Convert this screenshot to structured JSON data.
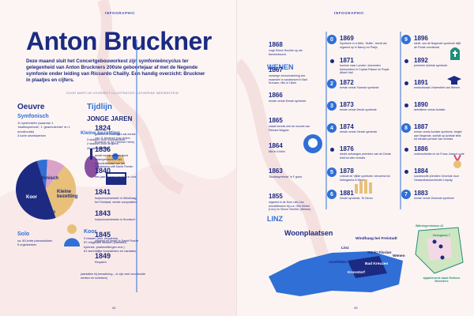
{
  "header": {
    "tag_left": "INFOGRAPHIC",
    "tag_right": "INFOGRAPHIC",
    "title": "Anton Bruckner",
    "intro": "Deze maand sluit het Concertgebouworkest zijn symfonieëncyclus ter gelegenheid van Anton Bruckners 200ste geboortejaar af met de Negende symfonie onder leiding van Riccardo Chailly. Een handig overzicht: Bruckner in plaatjes en cijfers.",
    "credits": "DOOR MARTIJN VOORVELT  ILLUSTRATIES CATHERINE MEEWESTEIN"
  },
  "oeuvre": {
    "heading": "Oeuvre",
    "symfonisch_heading": "Symfonisch",
    "symfonisch_text": "11 symfonieën (waarvan 1 'studiesymfonie', 1 'geannuleerde' en 1 onvoltooide)\n3 korte orkestwerken",
    "kleine_heading": "Kleine bezetting",
    "kleine_text": "3 stukken voor kopermuziek\n2 stukken voor strijkers\n20 pianostukken",
    "solo_heading": "Solo",
    "solo_text": "ca. 80 korte pianostukken\n5 orgelwerken",
    "koor_heading": "Koor",
    "koor_text": "9 missen (incl. requiems)\n57 religieuze stukken (cantates, hymnes, psalmzettingen enz.)\n61 wereldlijke koorwerken en cantates",
    "footnote": "(aantallen bij benadering – er zijn veel onvoltooide werken en schetsen)",
    "pie_labels": {
      "symfonisch": "Symfonisch",
      "koor": "Koor",
      "solo": "Solo",
      "kleine": "Kleine bezetting"
    }
  },
  "chart_data": {
    "type": "pie",
    "categories": [
      "Symfonisch",
      "Kleine bezetting",
      "Solo",
      "Koor"
    ],
    "values": [
      14,
      25,
      85,
      127
    ],
    "colors": [
      "#2f6fd6",
      "#d9a3c8",
      "#e8c07a",
      "#1c2a82"
    ]
  },
  "timeline": {
    "heading": "Tijdlijn",
    "section1": "JONGE JAREN",
    "section2": "WENEN",
    "section3": "LINZ",
    "left_entries": [
      {
        "year": "1824",
        "text": "geboren in Ansfelden als eerste van 11 kinderen (van Anton Bruckner sr. en Therese Helm)"
      },
      {
        "year": "1836",
        "text": "wordt na zijn vaders dood ondergebracht in het schoolinternaat van het Chorherren-stift Sankt Florian"
      },
      {
        "year": "1840",
        "text": "een jaar lerarenopleiding in Linz"
      },
      {
        "year": "1841",
        "text": "hulpschoolmeester in Windhaag bei Freistadt, eerste composities"
      },
      {
        "year": "1843",
        "text": "hulpschoolmeester in Kronstorf"
      },
      {
        "year": "1845",
        "text": "organist en leraar in Sankt Florian"
      },
      {
        "year": "1849",
        "text": "Requiem"
      }
    ],
    "mid_entries": [
      {
        "year": "1868",
        "text": "volgt Simon Sechter op als theoriedocent"
      },
      {
        "year": "1867",
        "text": "vanwege zenuwinzinking vier maanden in sanatorium in Bad Kreuzen, Mis in f klein"
      },
      {
        "year": "1866",
        "text": "eerste versie Eerste symfonie"
      },
      {
        "year": "1865",
        "text": "maakt kennis met de muziek van Richard Wagner"
      },
      {
        "year": "1864",
        "text": "Mis in d klein"
      },
      {
        "year": "1863",
        "text": "'Studiesymfonie' in F groot"
      },
      {
        "year": "1855",
        "text": "organist in de Dom van Linz, muzieklessen bij o.a. Otto Kitzler (Linz) en Simon Sechter (Wenen)"
      }
    ],
    "right_col1": [
      {
        "num": "0",
        "year": "1869",
        "text": "Symfonie in d klein, 'Nullte', treedt als organist op in Nancy en Parijs"
      },
      {
        "num": "",
        "year": "1871",
        "text": "tournee naar Londen: duizenden toehoorders in Crystal Palace en Royal Albert Hall"
      },
      {
        "num": "2",
        "year": "1872",
        "text": "eerste versie Tweede symfonie"
      },
      {
        "num": "3",
        "year": "1873",
        "text": "eerste versie Derde symfonie"
      },
      {
        "num": "4",
        "year": "1874",
        "text": "eerste versie Vierde symfonie"
      },
      {
        "num": "",
        "year": "1876",
        "text": "slecht ontvangen première van de Derde leidt tot vele revisies"
      },
      {
        "num": "5",
        "year": "1878",
        "text": "voltooit de Vijfde symfonie, benoemd tot hoforganist in Wenen"
      },
      {
        "num": "6",
        "year": "1881",
        "text": "Zesde symfonie, Te Deum"
      }
    ],
    "right_col2": [
      {
        "num": "9",
        "year": "1896",
        "text": "sterft, van de Negende symfonie blijft de Finale onvoltooid"
      },
      {
        "num": "",
        "year": "1892",
        "text": "première Achtste symfonie"
      },
      {
        "num": "",
        "year": "1891",
        "text": "eredoctoraat Universiteit van Wenen"
      },
      {
        "num": "",
        "year": "1890",
        "text": "definitieve versie Achtste"
      },
      {
        "num": "8",
        "year": "1887",
        "text": "eerste versie Achtste symfonie, begint aan Negende, schrijft op Achtste leidt tot nieuwe periode van revisies"
      },
      {
        "num": "",
        "year": "1886",
        "text": "onderscheiden in de Franz-Joseph-orde"
      },
      {
        "num": "",
        "year": "1884",
        "text": "succesvolle première Zevende door Gewandhausorchester Leipzig"
      },
      {
        "num": "7",
        "year": "1883",
        "text": "eerste versie Zevende symfonie"
      }
    ]
  },
  "map": {
    "heading": "Woonplaatsen",
    "places": [
      "Linz",
      "Windhaag bei Freistadt",
      "Sankt Florian",
      "Ansfelden",
      "Kronstorf",
      "Bad Kreuzen",
      "Wenen"
    ],
    "vienna_labels": [
      "Währingerstrasse 41",
      "Hessgasse 7",
      "appartement naast Schloss Belvedere"
    ]
  },
  "pages": {
    "left": "42",
    "right": "43"
  }
}
